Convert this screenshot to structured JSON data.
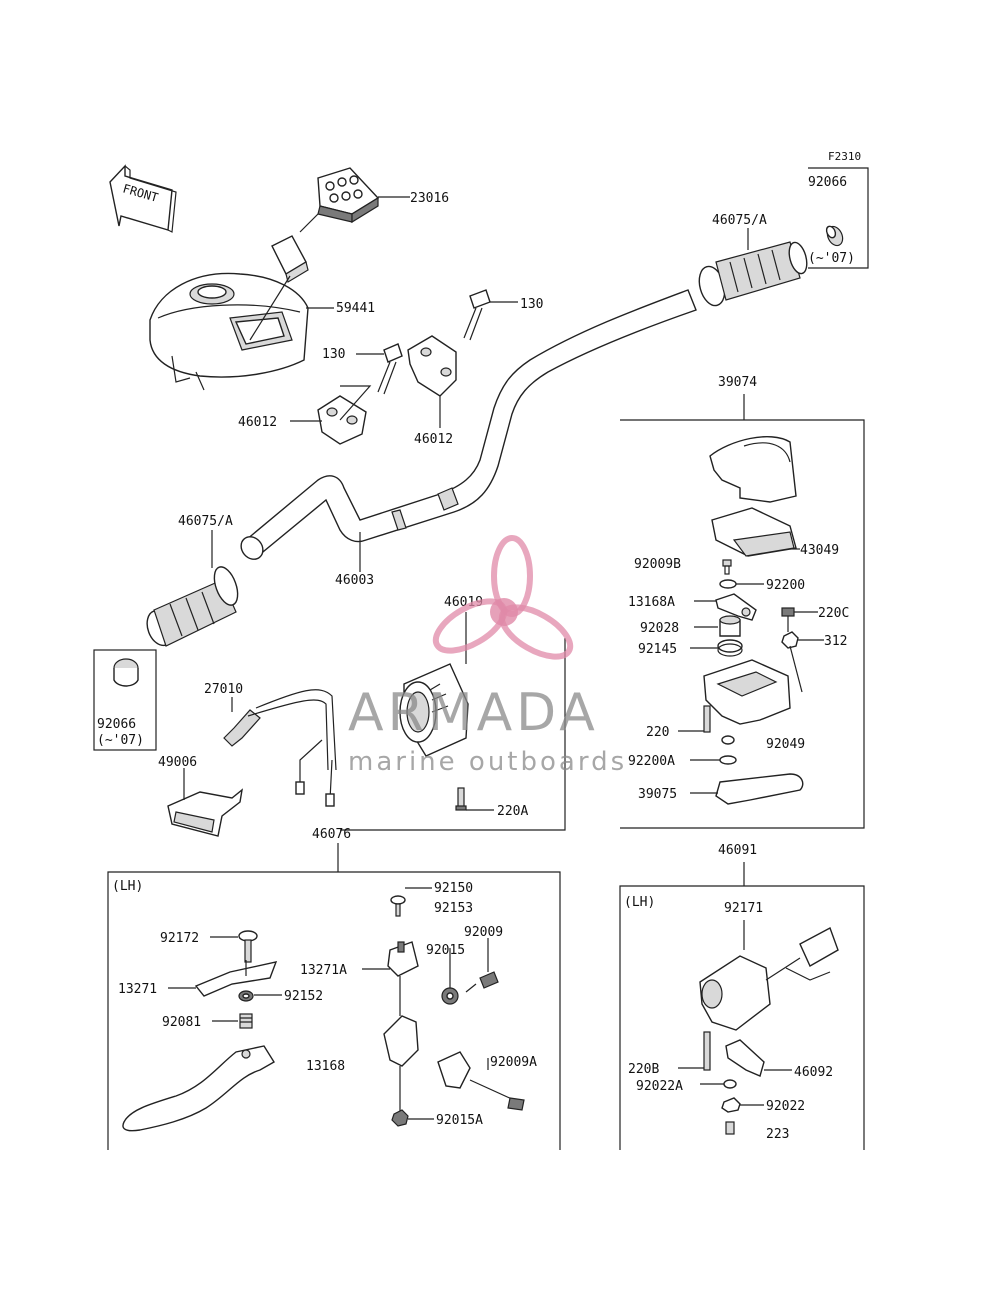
{
  "diagram": {
    "ref_code": "F2310",
    "front_label": "FRONT",
    "section_labels": {
      "lh_left": "(LH)",
      "lh_right": "(LH)"
    },
    "watermark": {
      "brand": "ARMADA",
      "tagline": "marine outboards"
    },
    "labels": {
      "p23016": "23016",
      "p59441": "59441",
      "p130a": "130",
      "p130b": "130",
      "p46012a": "46012",
      "p46012b": "46012",
      "p92066_top": "92066",
      "p46075a_top": "46075/A",
      "p07_top": "(~'07)",
      "p39074": "39074",
      "p43049": "43049",
      "p92009b": "92009B",
      "p92200": "92200",
      "p13168a": "13168A",
      "p220c": "220C",
      "p92028": "92028",
      "p312": "312",
      "p92145": "92145",
      "p220": "220",
      "p92049": "92049",
      "p92200a": "92200A",
      "p39075": "39075",
      "p46075a_left": "46075/A",
      "p46003": "46003",
      "p46019": "46019",
      "p92066_left": "92066",
      "p07_left": "(~'07)",
      "p27010": "27010",
      "p49006": "49006",
      "p220a": "220A",
      "p46076": "46076",
      "p92150": "92150",
      "p92153": "92153",
      "p92172": "92172",
      "p92015": "92015",
      "p92009": "92009",
      "p13271a": "13271A",
      "p13271": "13271",
      "p92152": "92152",
      "p92081": "92081",
      "p13168": "13168",
      "p92009a": "92009A",
      "p92015a": "92015A",
      "p46091": "46091",
      "p92171": "92171",
      "p220b": "220B",
      "p46092": "46092",
      "p92022a": "92022A",
      "p92022": "92022",
      "p223": "223"
    }
  }
}
